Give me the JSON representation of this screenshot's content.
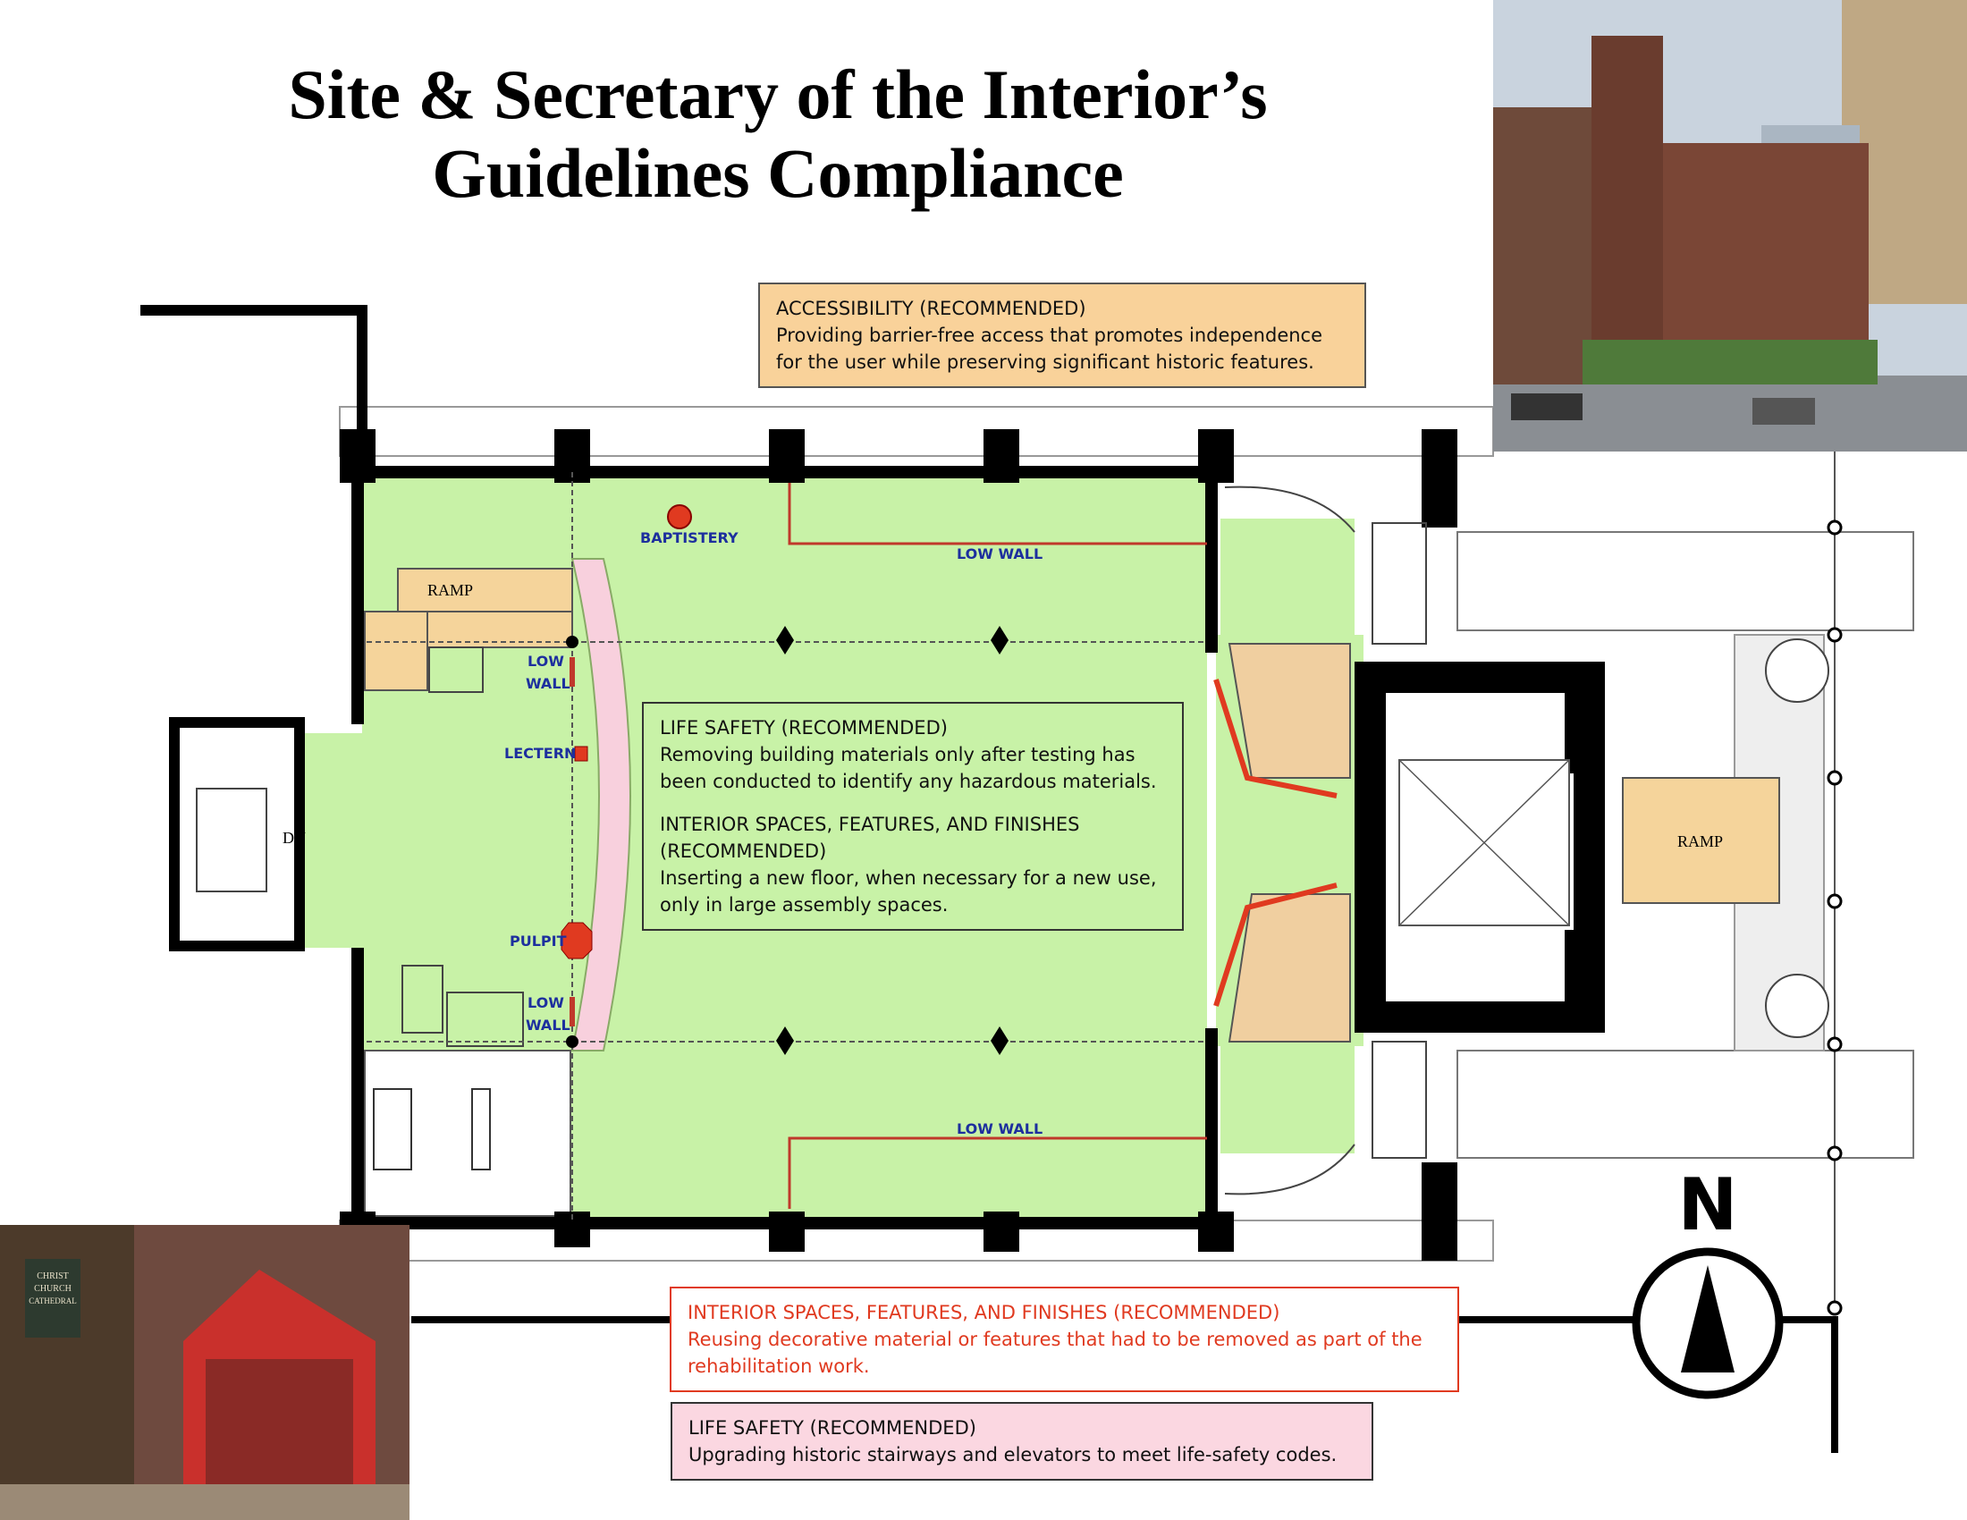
{
  "title": {
    "line1": "Site & Secretary of the Interior’s",
    "line2": "Guidelines Compliance"
  },
  "notes": {
    "accessibility": {
      "heading": "ACCESSIBILITY (RECOMMENDED)",
      "body": "Providing barrier-free access that promotes independence for the user while preserving significant historic features."
    },
    "life_safety_1": {
      "heading": "LIFE SAFETY (RECOMMENDED)",
      "body": "Removing building materials only after testing has been conducted to identify any hazardous materials.",
      "heading2": "INTERIOR SPACES, FEATURES, AND FINISHES (RECOMMENDED)",
      "body2": "Inserting a new floor, when necessary for a new use, only in large assembly spaces."
    },
    "interior_reuse": {
      "heading": "INTERIOR SPACES, FEATURES, AND FINISHES (RECOMMENDED)",
      "body": "Reusing decorative material or features that had to be removed as part of the rehabilitation work."
    },
    "life_safety_2": {
      "heading": "LIFE SAFETY (RECOMMENDED)",
      "body": "Upgrading historic stairways and elevators to meet life-safety codes."
    }
  },
  "plan_labels": {
    "baptistery": "BAPTISTERY",
    "low_wall": "LOW WALL",
    "low": "LOW",
    "wall": "WALL",
    "lectern": "LECTERN",
    "pulpit": "PULPIT",
    "ramp": "RAMP",
    "dn": "DN"
  },
  "photo_sign": {
    "line1": "CHRIST",
    "line2": "CHURCH",
    "line3": "CATHEDRAL"
  },
  "compass": {
    "letter": "N"
  },
  "colors": {
    "nave_floor": "#c8f2a7",
    "ramp": "#f5d49b",
    "chancel_step": "#f8d0dd",
    "restroom": "#f0cfa0",
    "accent_red": "#e03a20",
    "label_blue": "#1d2f9e",
    "note_orange": "#f9d29a",
    "note_pink": "#fbd7e1"
  }
}
